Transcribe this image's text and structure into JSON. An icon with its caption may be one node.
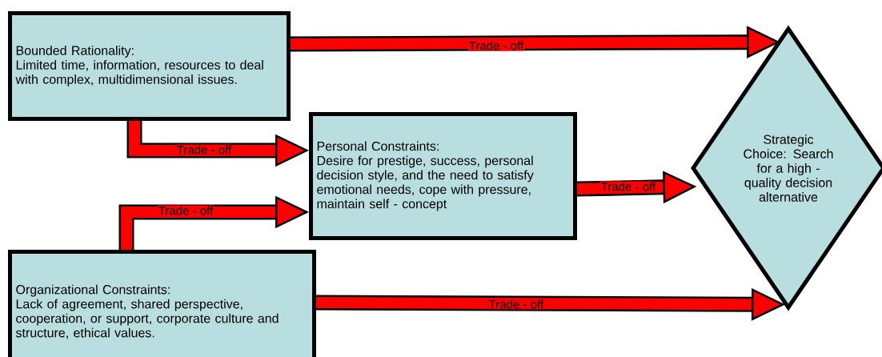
{
  "diagram": {
    "nodes": [
      {
        "text": [
          "Bounded Rationality:",
          "Limited time, information, resources to deal with complex, multidimensional issues."
        ]
      },
      {
        "text": [
          "Personal Constraints:",
          "Desire for prestige, success, personal decision style, and the need to satisfy emotional needs, cope with pressure, maintain self - concept"
        ]
      },
      {
        "text": [
          "Organizational Constraints:",
          "Lack of agreement, shared perspective, cooperation, or support, corporate culture and structure, ethical values."
        ]
      },
      {
        "text": [
          "Strategic Choice: Search for a high - quality decision alternative"
        ]
      }
    ],
    "edges": [
      {
        "from": 0,
        "to": 3,
        "arrow": "to",
        "label": "Trade - off"
      },
      {
        "from": 0,
        "to": 1,
        "arrow": "to",
        "label": "Trade - off"
      },
      {
        "from": 2,
        "to": 1,
        "arrow": "to",
        "label": "Trade - off"
      },
      {
        "from": 1,
        "to": 3,
        "arrow": "to",
        "label": "Trade - off"
      },
      {
        "from": 2,
        "to": 3,
        "arrow": "to",
        "label": "Trade - off"
      }
    ]
  }
}
